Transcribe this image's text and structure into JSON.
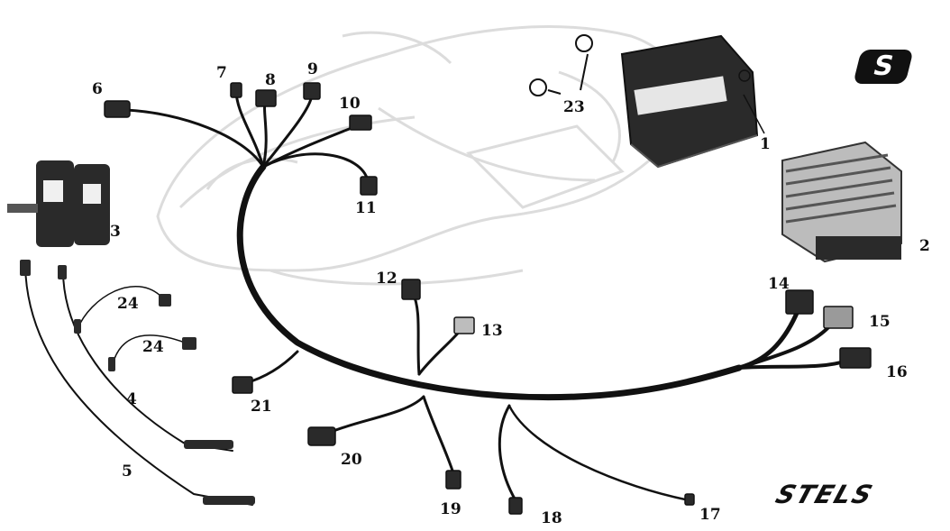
{
  "brand": {
    "logo_letter": "S",
    "wordmark": "STELS"
  },
  "callouts": [
    {
      "id": "1",
      "label": "1"
    },
    {
      "id": "2",
      "label": "2"
    },
    {
      "id": "3",
      "label": "3"
    },
    {
      "id": "4",
      "label": "4"
    },
    {
      "id": "5",
      "label": "5"
    },
    {
      "id": "6",
      "label": "6"
    },
    {
      "id": "7",
      "label": "7"
    },
    {
      "id": "8",
      "label": "8"
    },
    {
      "id": "9",
      "label": "9"
    },
    {
      "id": "10",
      "label": "10"
    },
    {
      "id": "11",
      "label": "11"
    },
    {
      "id": "12",
      "label": "12"
    },
    {
      "id": "13",
      "label": "13"
    },
    {
      "id": "14",
      "label": "14"
    },
    {
      "id": "15",
      "label": "15"
    },
    {
      "id": "16",
      "label": "16"
    },
    {
      "id": "17",
      "label": "17"
    },
    {
      "id": "18",
      "label": "18"
    },
    {
      "id": "19",
      "label": "19"
    },
    {
      "id": "20",
      "label": "20"
    },
    {
      "id": "21",
      "label": "21"
    },
    {
      "id": "23",
      "label": "23"
    },
    {
      "id": "24a",
      "label": "24"
    },
    {
      "id": "24b",
      "label": "24"
    }
  ],
  "colors": {
    "ink": "#111111",
    "ghost": "#dcdcdc",
    "part_fill": "#2a2a2a"
  }
}
